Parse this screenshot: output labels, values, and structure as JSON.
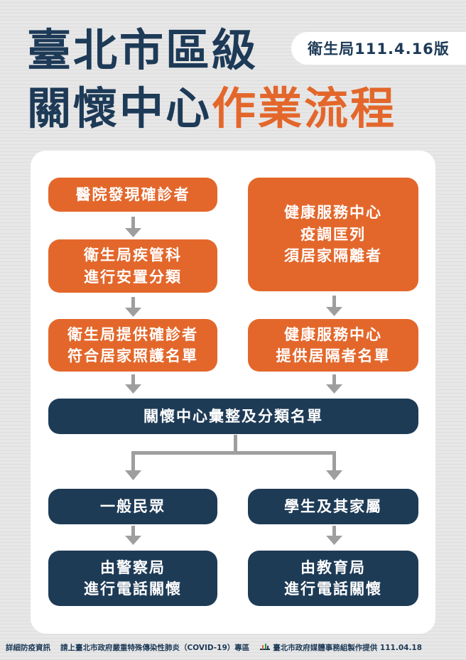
{
  "header": {
    "title_line1": "臺北市區級",
    "title_line2_main": "關懷中心",
    "title_line2_accent": "作業流程",
    "version": "衛生局111.4.16版"
  },
  "flow": {
    "left": {
      "step1": "醫院發現確診者",
      "step2": [
        "衛生局疾管科",
        "進行安置分類"
      ],
      "step3": [
        "衛生局提供確診者",
        "符合居家照護名單"
      ]
    },
    "right": {
      "step1": [
        "健康服務中心",
        "疫調匡列",
        "須居家隔離者"
      ],
      "step2": [
        "健康服務中心",
        "提供居隔者名單"
      ]
    },
    "merge": "關懷中心彙整及分類名單",
    "branch_left": {
      "label": "一般民眾",
      "action": [
        "由警察局",
        "進行電話關懷"
      ]
    },
    "branch_right": {
      "label": "學生及其家屬",
      "action": [
        "由教育局",
        "進行電話關懷"
      ]
    }
  },
  "footer": {
    "info_label": "詳細防疫資訊",
    "info_text": "請上臺北市政府嚴重特殊傳染性肺炎（COVID-19）專區",
    "credit": "臺北市政府媒體事務組製作提供 111.04.18"
  },
  "colors": {
    "navy": "#1e3b56",
    "orange": "#e3672b",
    "arrow_gray": "#9e9e9e",
    "background": "#e7e7e7"
  }
}
